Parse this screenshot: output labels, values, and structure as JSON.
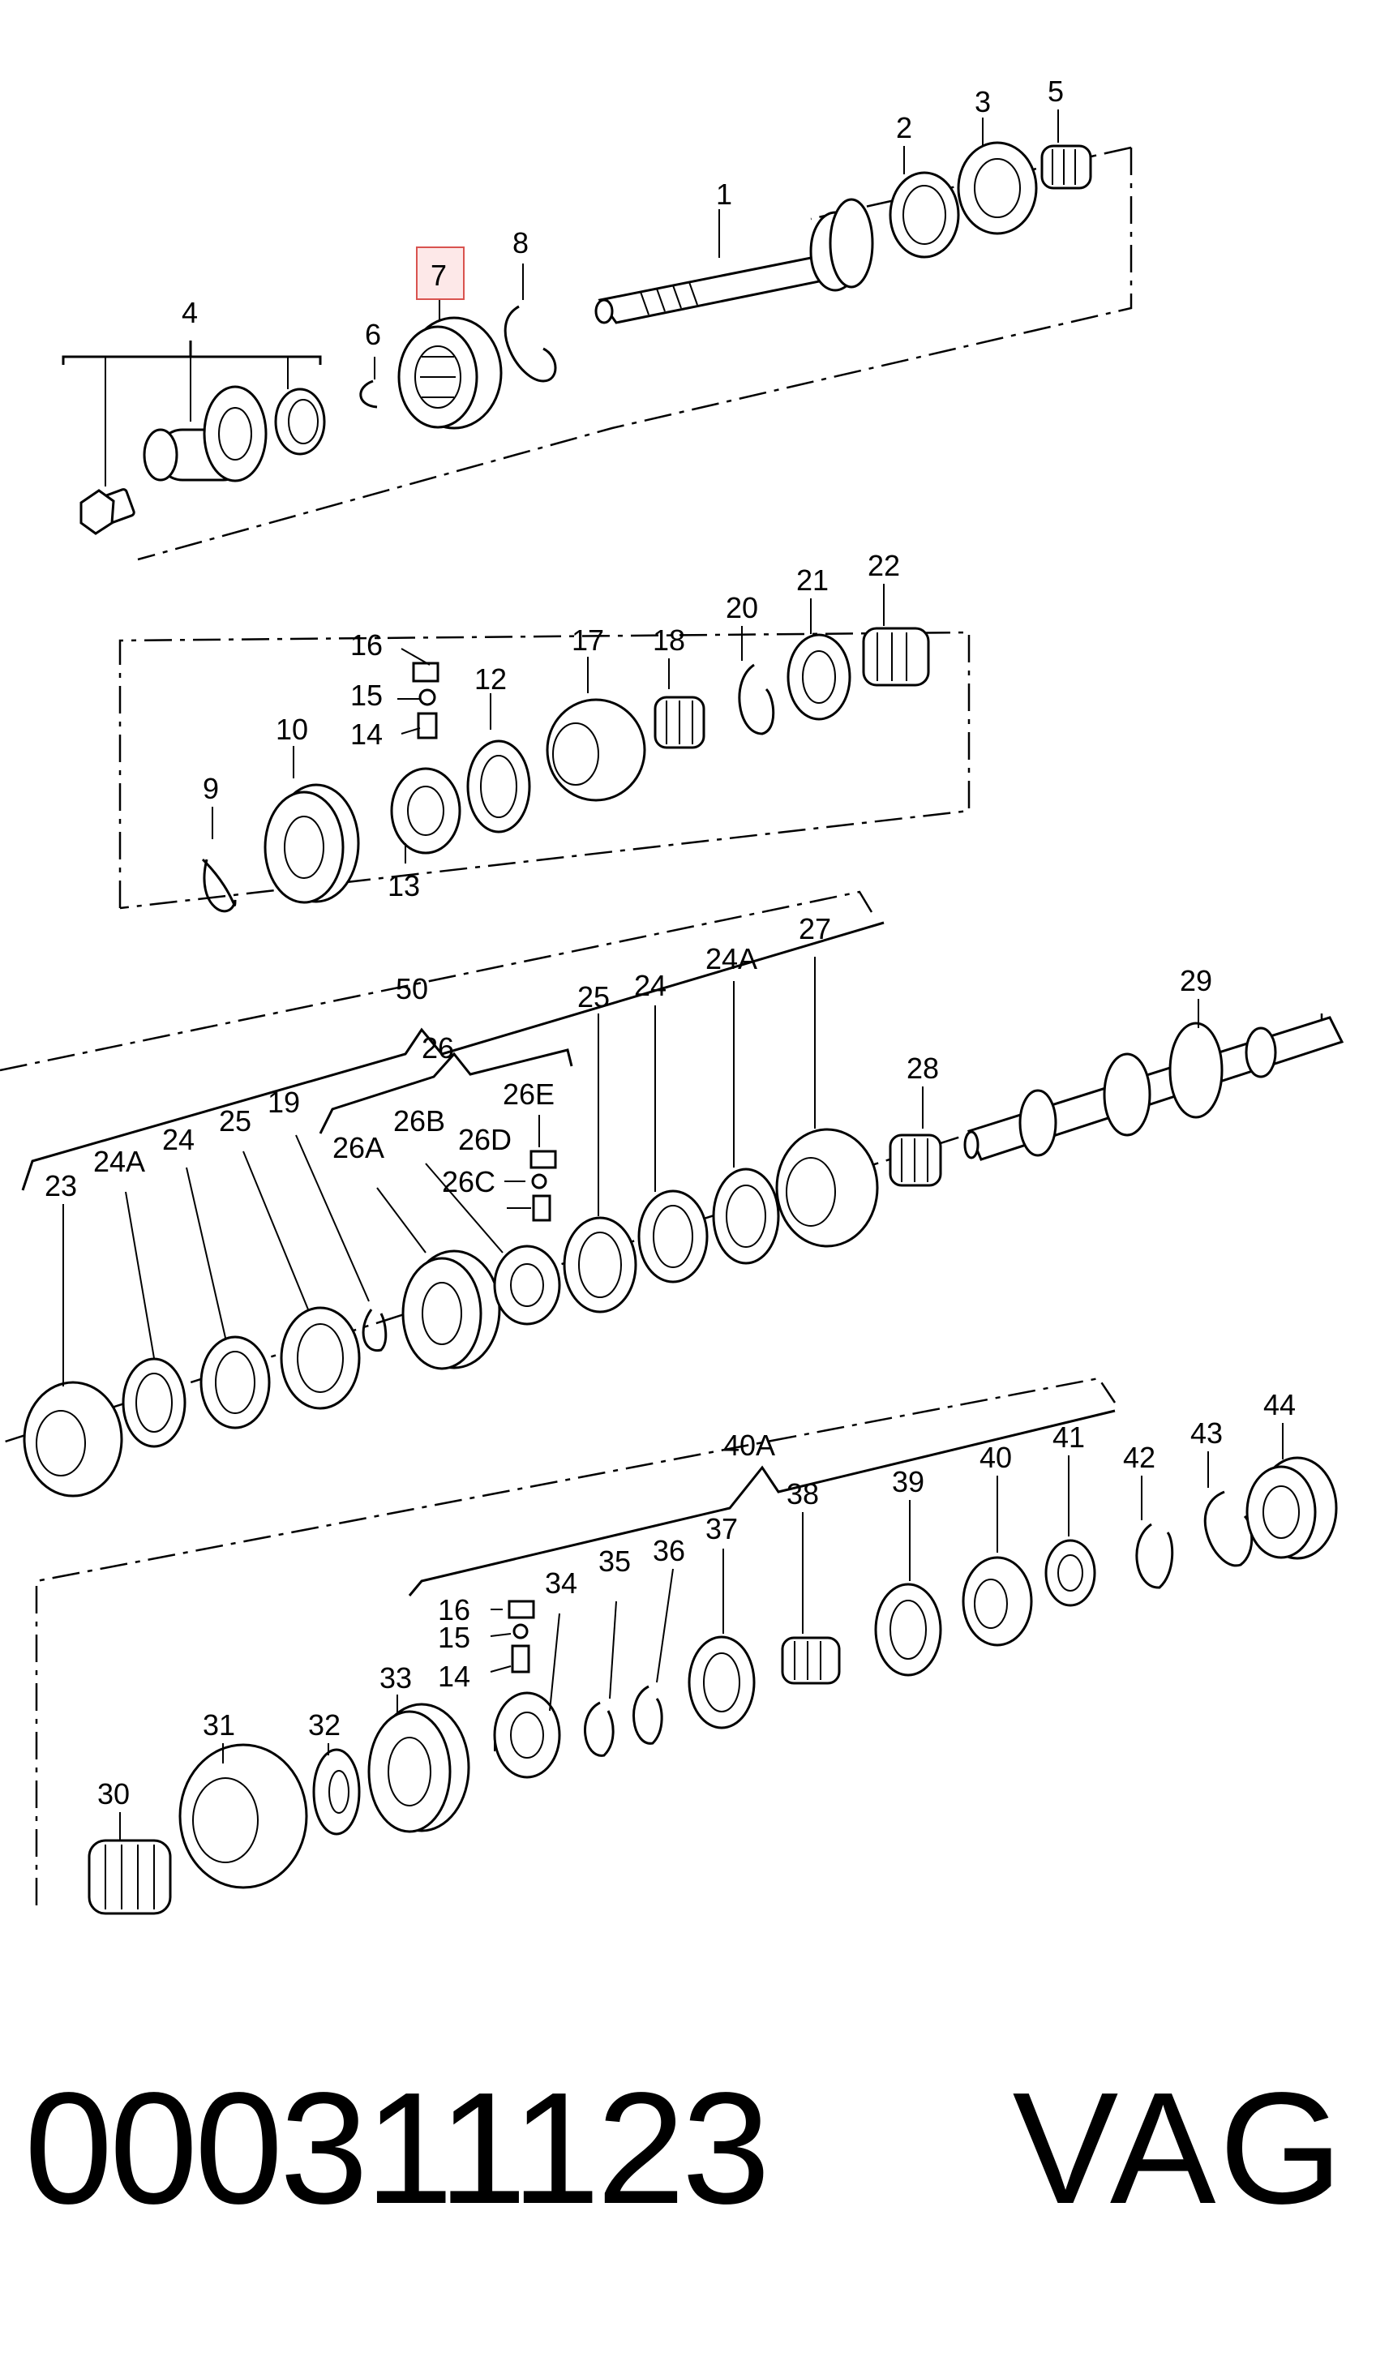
{
  "diagram": {
    "highlighted_callout": "7",
    "callouts": {
      "c1": "1",
      "c2": "2",
      "c3": "3",
      "c4": "4",
      "c5": "5",
      "c6": "6",
      "c7": "7",
      "c8": "8",
      "c9": "9",
      "c10": "10",
      "c12": "12",
      "c13": "13",
      "c14": "14",
      "c15": "15",
      "c16": "16",
      "c17": "17",
      "c18": "18",
      "c20": "20",
      "c21": "21",
      "c22": "22",
      "c50": "50",
      "c26": "26",
      "c26E": "26E",
      "c26B": "26B",
      "c26D": "26D",
      "c26C": "26C",
      "c26A": "26A",
      "c19": "19",
      "c25a": "25",
      "c24a": "24",
      "c24Aa": "24A",
      "c23": "23",
      "c25b": "25",
      "c24b": "24",
      "c24Ab": "24A",
      "c27": "27",
      "c28": "28",
      "c29": "29",
      "c40A": "40A",
      "c44": "44",
      "c43": "43",
      "c41": "41",
      "c42": "42",
      "c40": "40",
      "c39": "39",
      "c38": "38",
      "c37": "37",
      "c36": "36",
      "c35": "35",
      "c34": "34",
      "c16b": "16",
      "c15b": "15",
      "c14b": "14",
      "c33": "33",
      "c32": "32",
      "c31": "31",
      "c30": "30"
    }
  },
  "footer": {
    "part_number": "000311123",
    "brand": "VAG"
  }
}
